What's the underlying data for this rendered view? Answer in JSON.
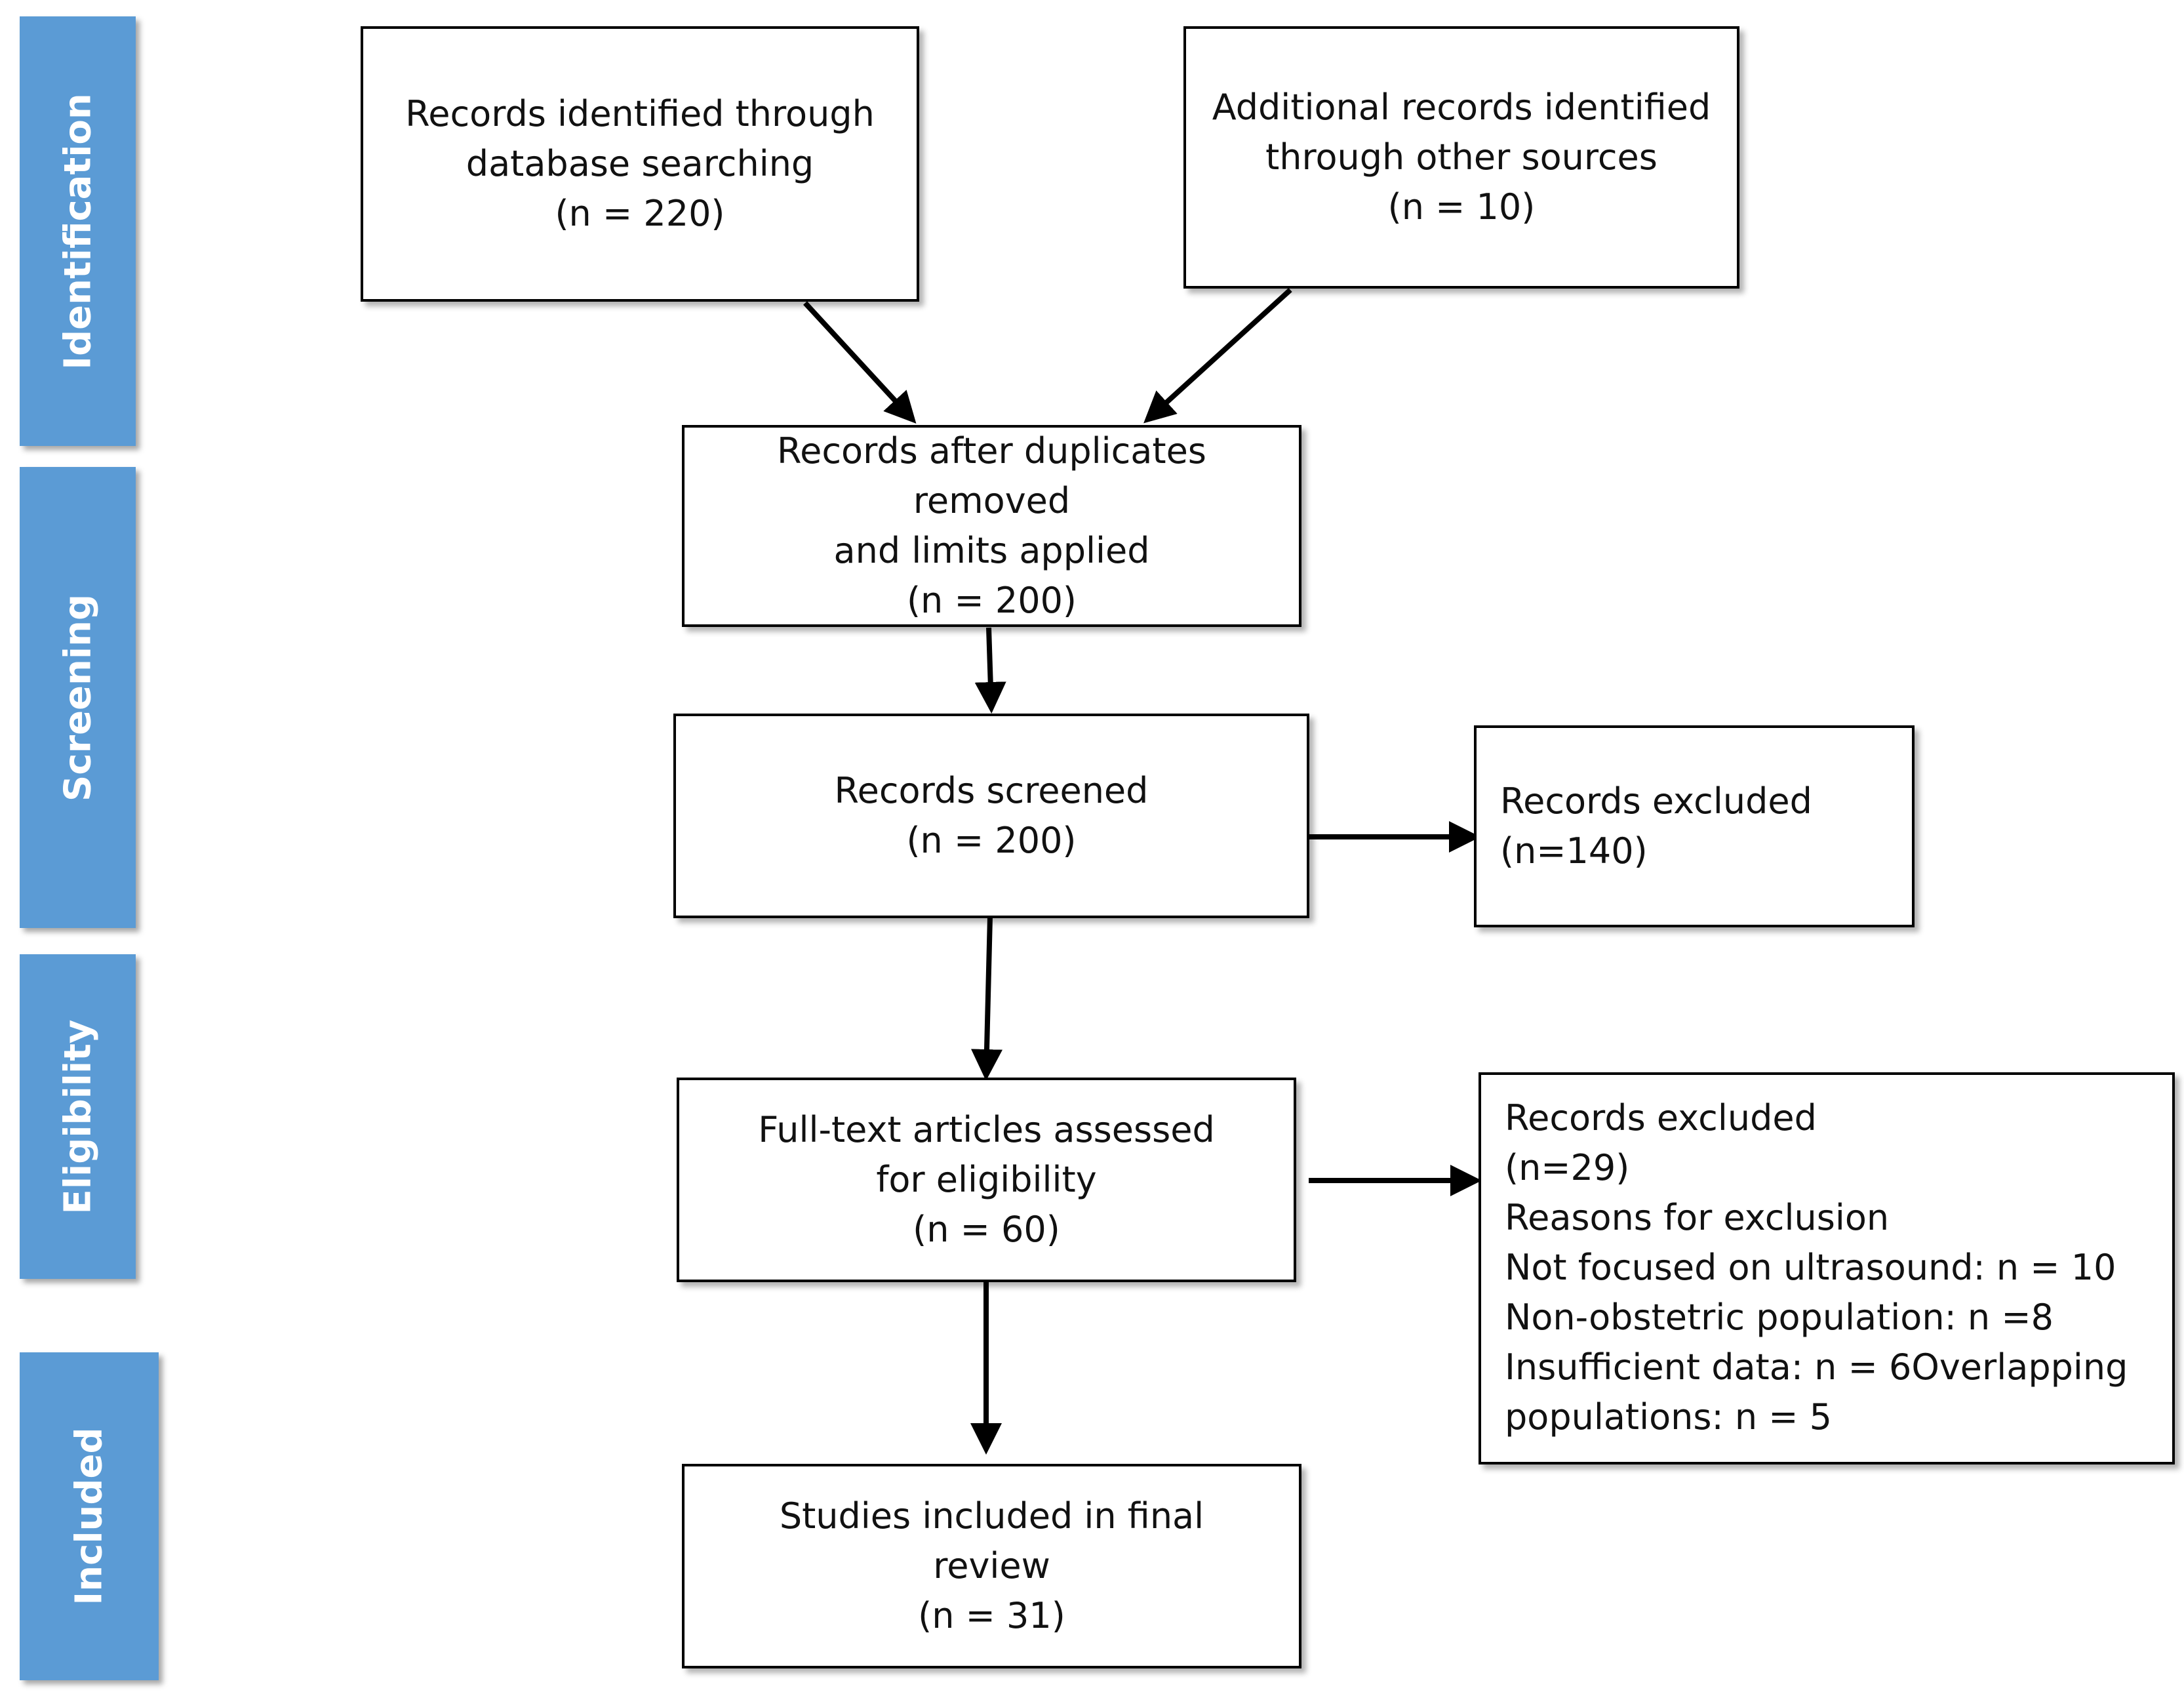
{
  "stages": {
    "identification": "Identification",
    "screening": "Screening",
    "eligibility": "Eligibility",
    "included": "Included"
  },
  "boxes": {
    "database": {
      "line1": "Records identified through",
      "line2": "database searching",
      "line3": "(n = 220)"
    },
    "other_sources": {
      "line1": "Additional records identified",
      "line2": "through other sources",
      "line3": "(n = 10)"
    },
    "duplicates_removed": {
      "line1": "Records after duplicates",
      "line2": "removed",
      "line3": "and limits applied",
      "line4": "(n = 200)"
    },
    "screened": {
      "line1": "Records screened",
      "line2": "(n = 200)"
    },
    "excluded_screening": {
      "line1": "Records excluded",
      "line2": "(n=140)"
    },
    "full_text": {
      "line1": "Full-text articles assessed",
      "line2": "for eligibility",
      "line3": "(n = 60)"
    },
    "excluded_eligibility": {
      "line1": "Records excluded",
      "line2": "(n=29)",
      "line3": "Reasons for exclusion",
      "line4": "Not focused on ultrasound: n = 10",
      "line5": "Non-obstetric population: n =8",
      "line6": "Insufficient data: n = 6Overlapping",
      "line7": "populations: n = 5"
    },
    "included_review": {
      "line1": "Studies included in final",
      "line2": "review",
      "line3": "(n = 31)"
    }
  }
}
